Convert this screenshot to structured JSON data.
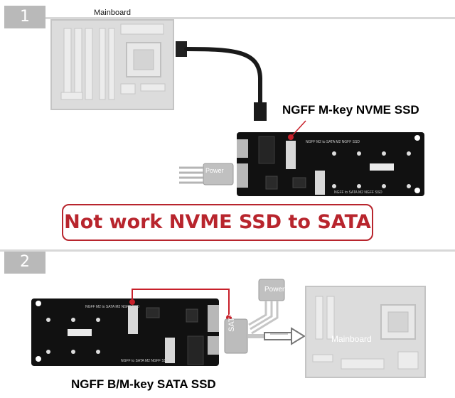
{
  "panel1": {
    "step": "1",
    "mainboard_label": "Mainboard",
    "ssd_label": "NGFF M-key NVME SSD",
    "power_label": "Power",
    "warning": "Not work NVME SSD to SATA",
    "adapter_top_text": "NGFF M2 to SATA M2 NGFF SSD",
    "adapter_bottom_text": "NGFF to SATA M2 NGFF SSD"
  },
  "panel2": {
    "step": "2",
    "mainboard_label": "Mainboard",
    "power_label": "Power",
    "sata_label": "SATA",
    "ssd_label": "NGFF B/M-key SATA SSD",
    "adapter_top_text": "NGFF M2 to SATA M2 NGFF SSD",
    "adapter_bottom_text": "NGFF to SATA M2 NGFF SSD"
  },
  "colors": {
    "accent_red": "#c8202a",
    "board_gray": "#c9c9c9",
    "pcb_black": "#111111"
  }
}
